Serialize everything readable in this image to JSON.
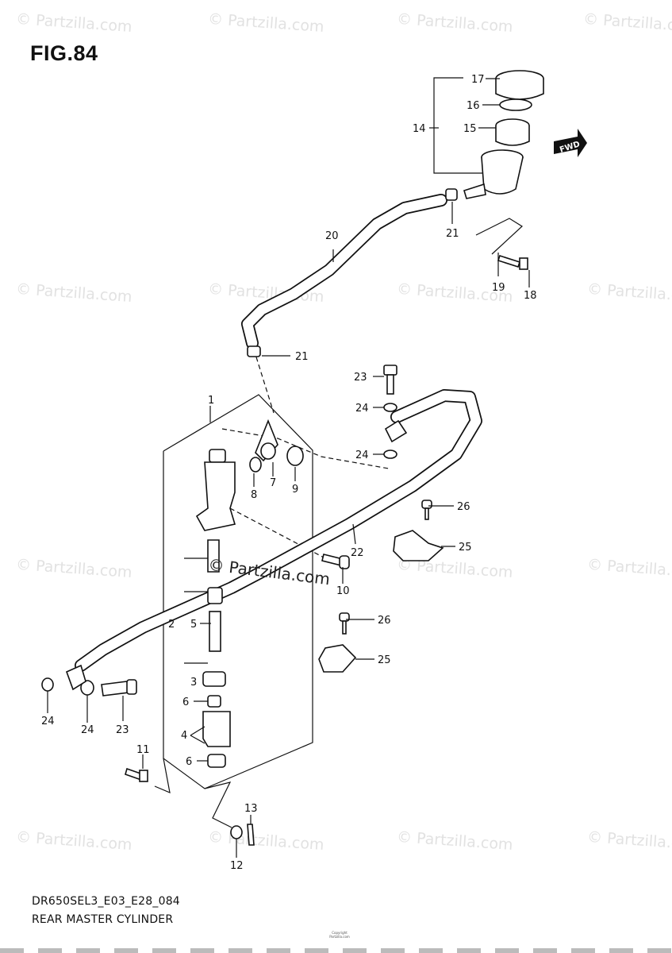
{
  "figure": {
    "title": "FIG.84",
    "model_code": "DR650SEL3_E03_E28_084",
    "name": "REAR MASTER CYLINDER"
  },
  "watermark": {
    "text": "© Partzilla.com",
    "center_text": "© Partzilla.com"
  },
  "direction_badge": "FWD",
  "copyright": {
    "line1": "Copyright",
    "line2": "Partzilla.com"
  },
  "callouts": [
    "1",
    "2",
    "3",
    "4",
    "5",
    "6",
    "6",
    "7",
    "8",
    "9",
    "10",
    "11",
    "12",
    "13",
    "14",
    "15",
    "16",
    "17",
    "18",
    "19",
    "20",
    "21",
    "21",
    "22",
    "23",
    "23",
    "24",
    "24",
    "24",
    "24",
    "25",
    "25",
    "26",
    "26"
  ]
}
